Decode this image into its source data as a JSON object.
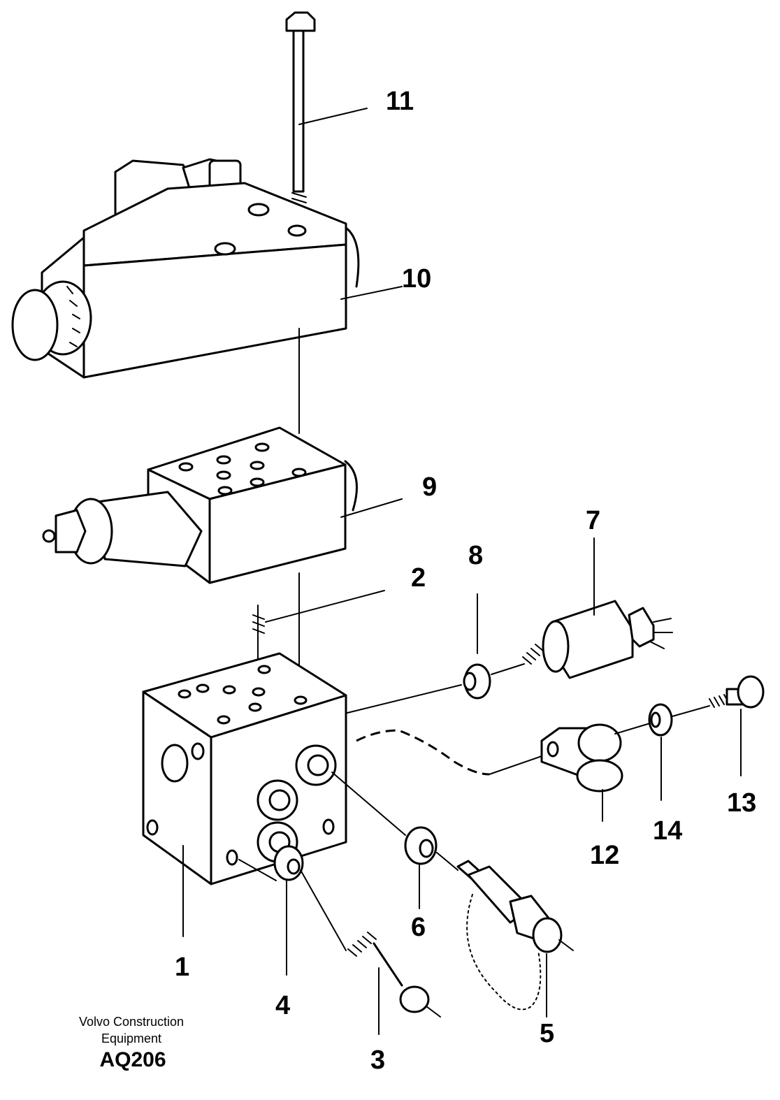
{
  "diagram": {
    "callouts": [
      {
        "id": "1",
        "label": "1"
      },
      {
        "id": "2",
        "label": "2"
      },
      {
        "id": "3",
        "label": "3"
      },
      {
        "id": "4",
        "label": "4"
      },
      {
        "id": "5",
        "label": "5"
      },
      {
        "id": "6",
        "label": "6"
      },
      {
        "id": "7",
        "label": "7"
      },
      {
        "id": "8",
        "label": "8"
      },
      {
        "id": "9",
        "label": "9"
      },
      {
        "id": "10",
        "label": "10"
      },
      {
        "id": "11",
        "label": "11"
      },
      {
        "id": "12",
        "label": "12"
      },
      {
        "id": "13",
        "label": "13"
      },
      {
        "id": "14",
        "label": "14"
      }
    ]
  },
  "caption": {
    "company_line1": "Volvo Construction",
    "company_line2": "Equipment",
    "code": "AQ206"
  }
}
